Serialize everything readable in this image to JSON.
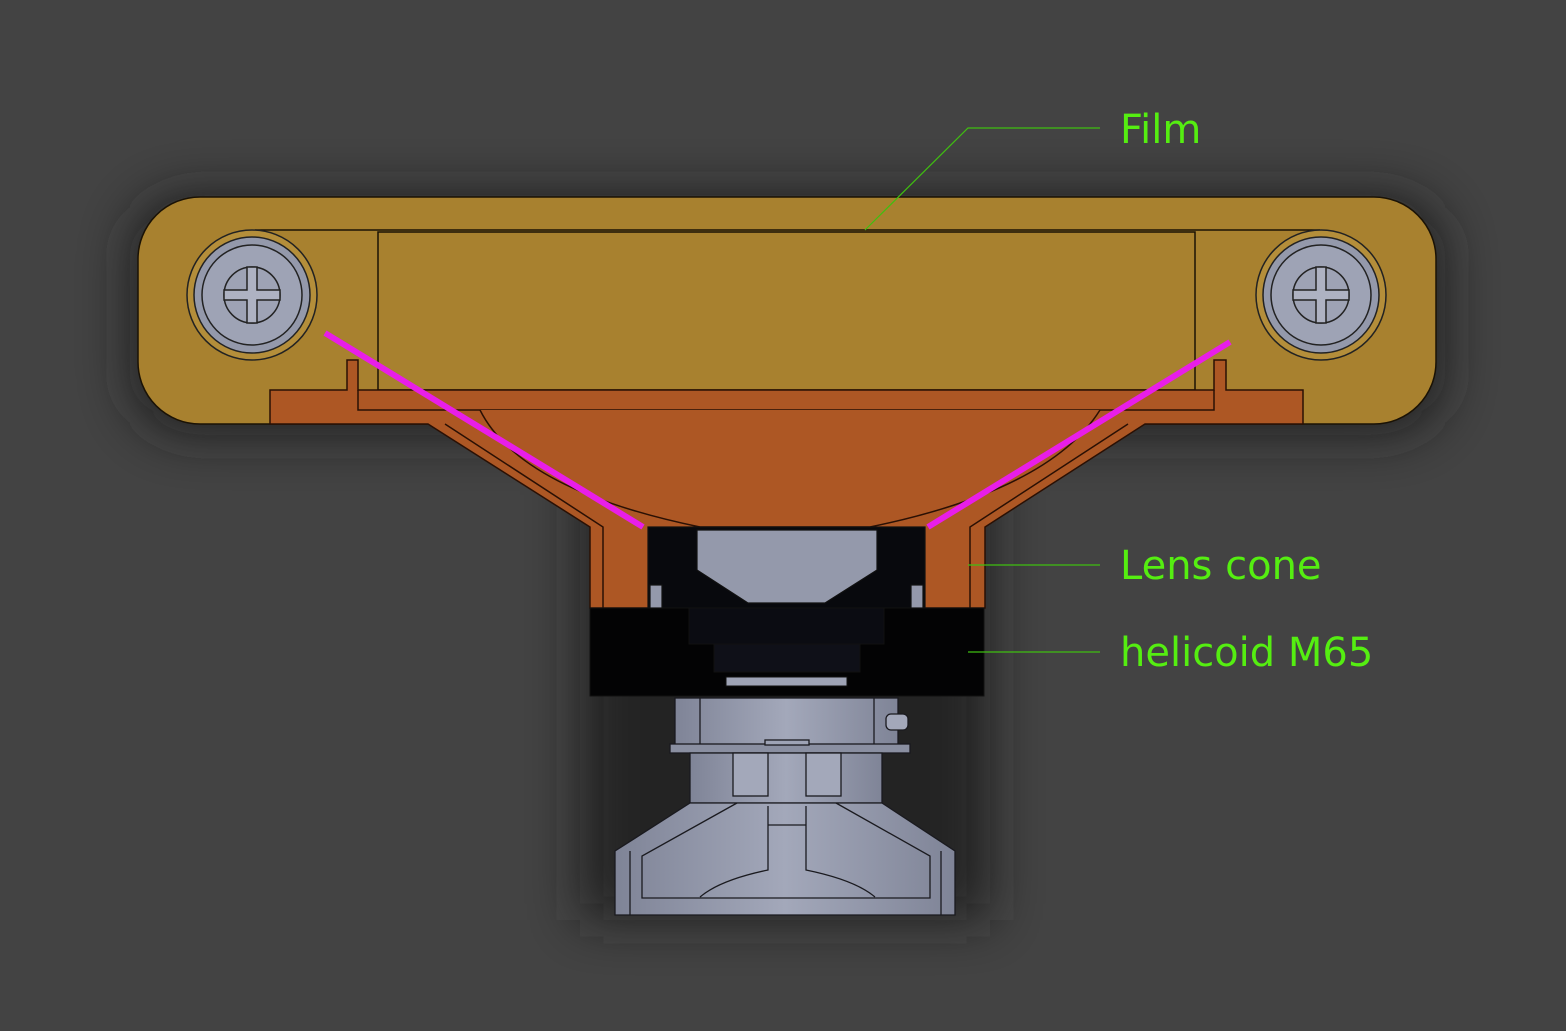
{
  "labels": {
    "film": "Film",
    "lens_cone": "Lens cone",
    "helicoid": "helicoid M65"
  },
  "colors": {
    "background": "#434343",
    "body": "#a8812f",
    "cone": "#ad5724",
    "helicoid": "#050507",
    "lens_metal": "#9499ab",
    "light_path": "#e81ee8",
    "label": "#55ee11"
  }
}
